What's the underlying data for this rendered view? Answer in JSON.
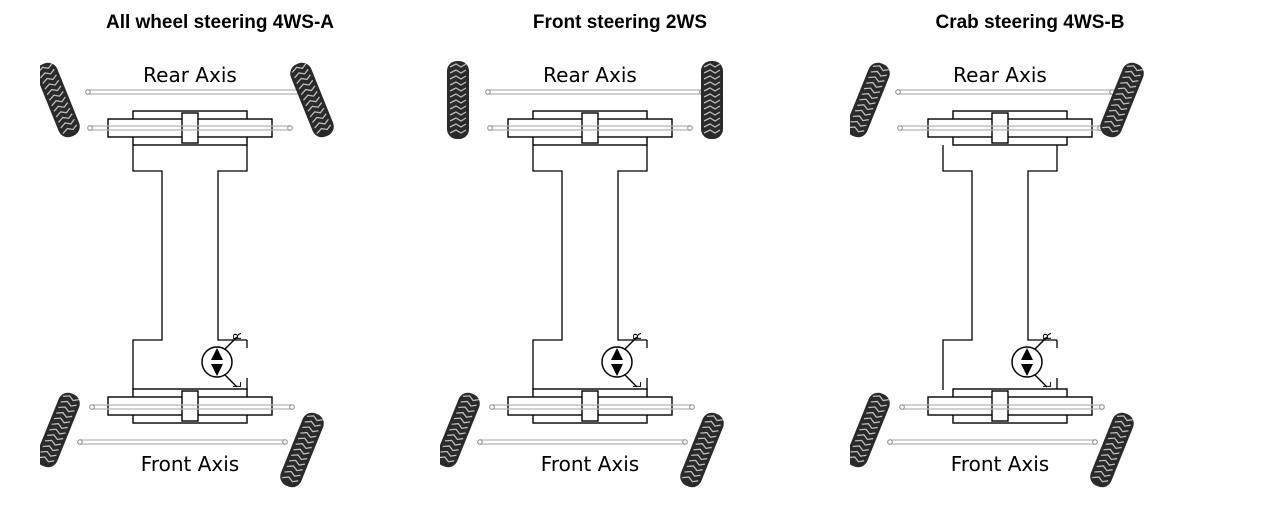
{
  "diagrams": [
    {
      "title": "All wheel steering 4WS-A",
      "rear_label": "Rear Axis",
      "front_label": "Front Axis",
      "front_steer_deg": 22,
      "rear_steer_deg": -22,
      "valve_right": "R",
      "valve_left": "L"
    },
    {
      "title": "Front steering 2WS",
      "rear_label": "Rear Axis",
      "front_label": "Front Axis",
      "front_steer_deg": 22,
      "rear_steer_deg": 0,
      "valve_right": "R",
      "valve_left": "L"
    },
    {
      "title": "Crab steering 4WS-B",
      "rear_label": "Rear Axis",
      "front_label": "Front Axis",
      "front_steer_deg": 22,
      "rear_steer_deg": 22,
      "valve_right": "R",
      "valve_left": "L"
    }
  ]
}
